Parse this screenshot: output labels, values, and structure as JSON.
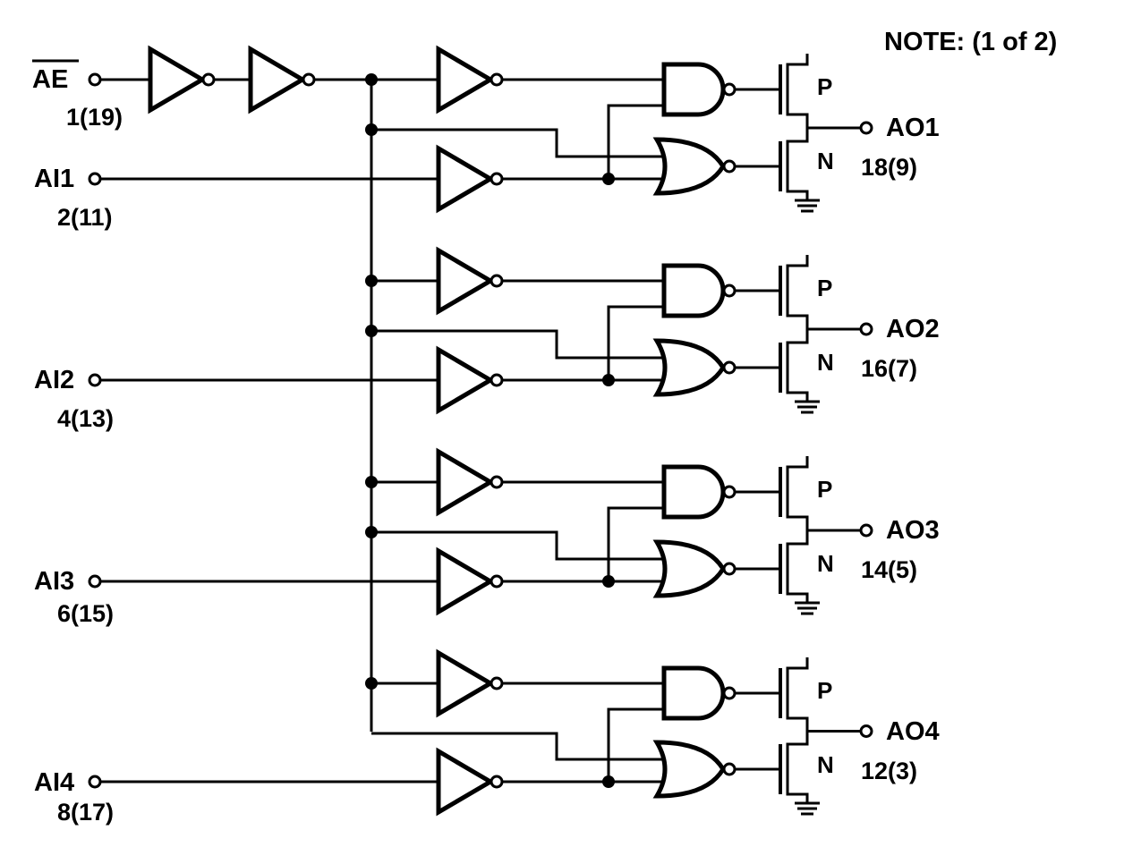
{
  "note": "NOTE:  (1 of 2)",
  "enable": {
    "name": "AE",
    "pin": "1(19)"
  },
  "channels": [
    {
      "input": "AI1",
      "input_pin": "2(11)",
      "output": "AO1",
      "output_pin": "18(9)",
      "p_label": "P",
      "n_label": "N"
    },
    {
      "input": "AI2",
      "input_pin": "4(13)",
      "output": "AO2",
      "output_pin": "16(7)",
      "p_label": "P",
      "n_label": "N"
    },
    {
      "input": "AI3",
      "input_pin": "6(15)",
      "output": "AO3",
      "output_pin": "14(5)",
      "p_label": "P",
      "n_label": "N"
    },
    {
      "input": "AI4",
      "input_pin": "8(17)",
      "output": "AO4",
      "output_pin": "12(3)",
      "p_label": "P",
      "n_label": "N"
    }
  ]
}
